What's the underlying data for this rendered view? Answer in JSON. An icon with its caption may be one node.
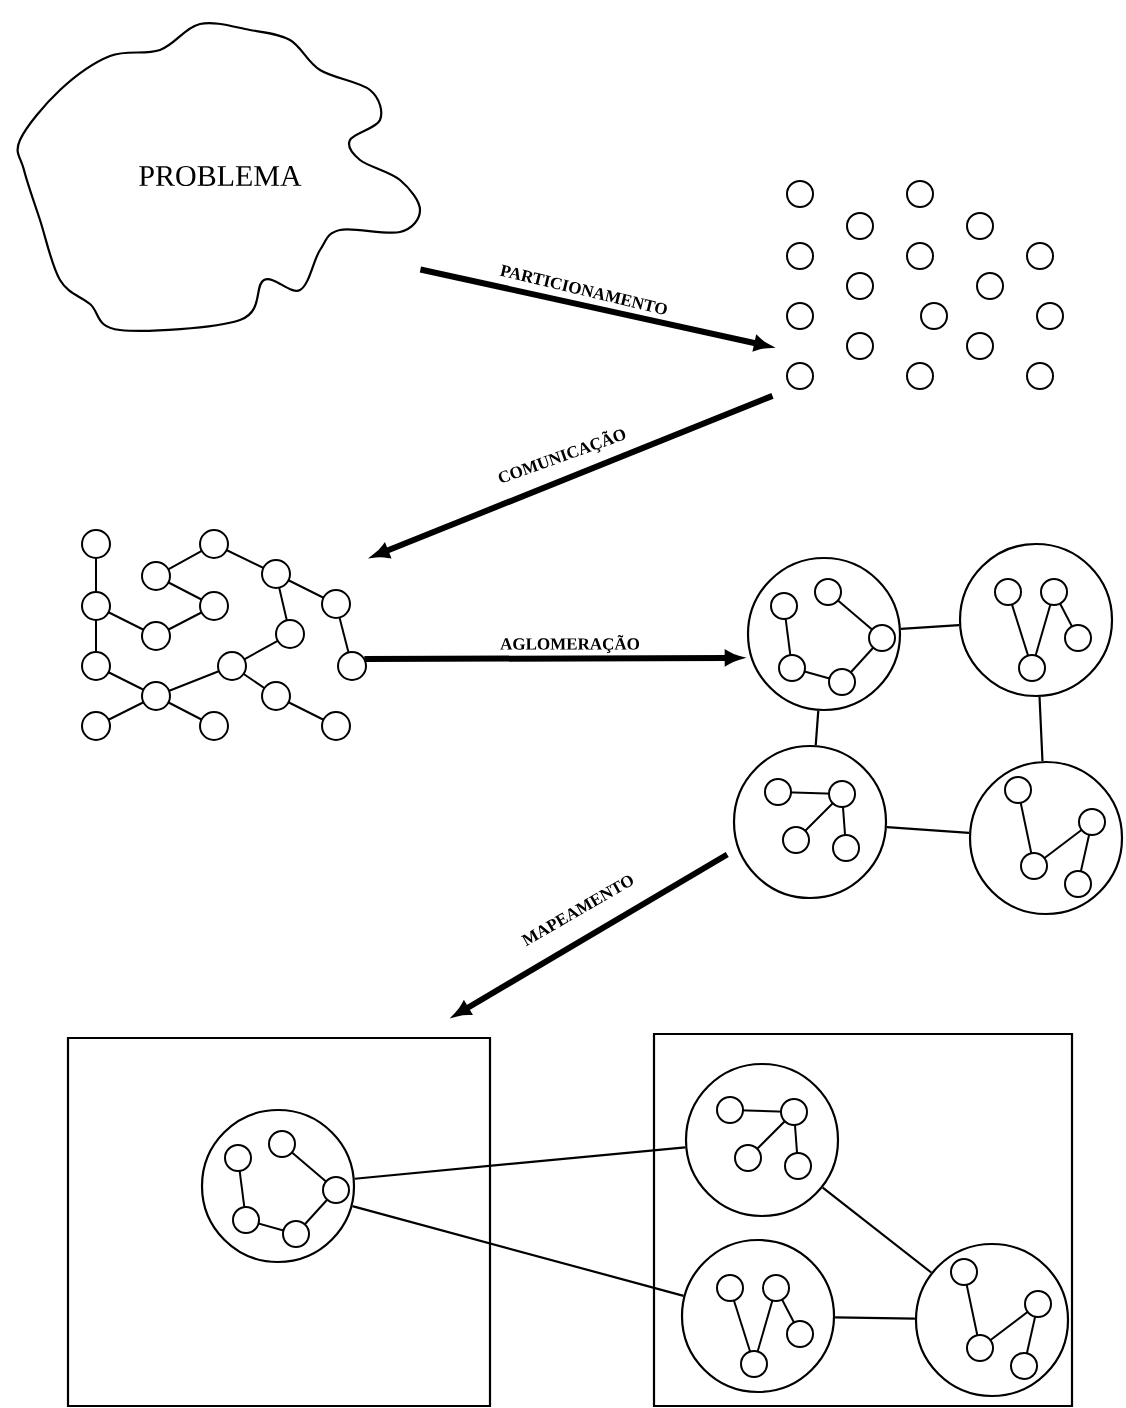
{
  "diagram": {
    "nodes": [
      {
        "text": [
          "PROBLEMA"
        ]
      },
      {
        "text": [],
        "shape": "dots"
      },
      {
        "text": [],
        "shape": "graph"
      },
      {
        "text": [],
        "shape": "circle"
      },
      {
        "text": [],
        "shape": "circle"
      },
      {
        "text": [],
        "shape": "circle"
      },
      {
        "text": [],
        "shape": "circle"
      },
      {
        "text": [],
        "shape": "box"
      },
      {
        "text": [],
        "shape": "circle",
        "in": 7
      },
      {
        "text": [],
        "shape": "box"
      },
      {
        "text": [],
        "shape": "circle",
        "in": 9
      },
      {
        "text": [],
        "shape": "circle",
        "in": 9
      },
      {
        "text": [],
        "shape": "circle",
        "in": 9
      }
    ],
    "edges": [
      {
        "from": 0,
        "to": 1,
        "arrow": "to",
        "label": "PARTICIONAMENTO",
        "style": "thick"
      },
      {
        "from": 1,
        "to": 2,
        "arrow": "to",
        "label": "COMUNICAÇÃO",
        "style": "thick"
      },
      {
        "from": 2,
        "to": 3,
        "arrow": "to",
        "label": "AGLOMERAÇÃO",
        "style": "thick"
      },
      {
        "from": 3,
        "to": 4,
        "arrow": "none"
      },
      {
        "from": 3,
        "to": 5,
        "arrow": "none"
      },
      {
        "from": 4,
        "to": 6,
        "arrow": "none"
      },
      {
        "from": 5,
        "to": 6,
        "arrow": "none"
      },
      {
        "from": 5,
        "to": 7,
        "arrow": "to",
        "label": "MAPEAMENTO",
        "style": "thick"
      },
      {
        "from": 8,
        "to": 10,
        "arrow": "none"
      },
      {
        "from": 8,
        "to": 11,
        "arrow": "none"
      },
      {
        "from": 10,
        "to": 12,
        "arrow": "none"
      },
      {
        "from": 11,
        "to": 12,
        "arrow": "none"
      }
    ]
  }
}
